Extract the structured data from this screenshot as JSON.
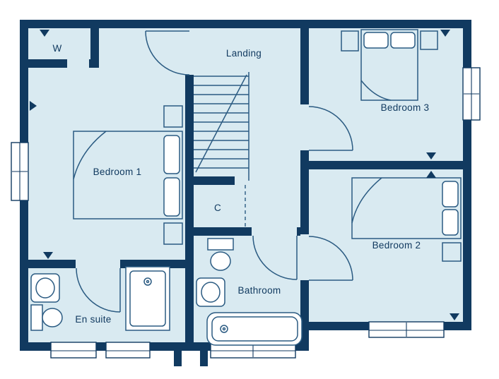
{
  "palette": {
    "wall": "#113a60",
    "floor": "#d9eaf1",
    "line": "#2b5b82",
    "window": "#ffffff",
    "text": "#113a60"
  },
  "rooms": {
    "landing": {
      "label": "Landing"
    },
    "bedroom1": {
      "label": "Bedroom 1"
    },
    "bedroom2": {
      "label": "Bedroom 2"
    },
    "bedroom3": {
      "label": "Bedroom 3"
    },
    "bathroom": {
      "label": "Bathroom"
    },
    "ensuite": {
      "label": "En suite"
    },
    "wardrobe": {
      "label": "W"
    },
    "cupboard": {
      "label": "C"
    }
  }
}
